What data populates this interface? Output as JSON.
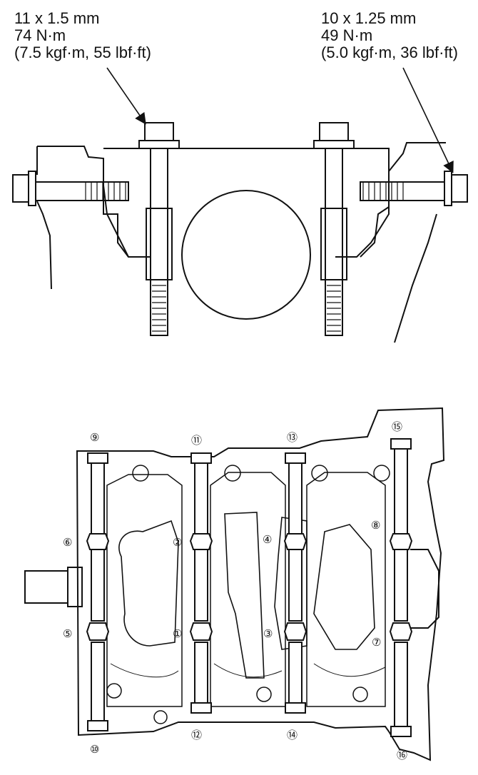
{
  "specs": {
    "left": {
      "size": "11 x 1.5 mm",
      "torque_nm": "74 N·m",
      "torque_alt": "(7.5 kgf·m, 55 lbf·ft)"
    },
    "right": {
      "size": "10 x 1.25 mm",
      "torque_nm": "49 N·m",
      "torque_alt": "(5.0 kgf·m, 36 lbf·ft)"
    }
  },
  "sequence_labels": [
    "⑨",
    "⑪",
    "⑬",
    "⑮",
    "⑥",
    "②",
    "④",
    "⑧",
    "⑤",
    "①",
    "③",
    "⑦",
    "⑩",
    "⑫",
    "⑭",
    "⑯"
  ]
}
